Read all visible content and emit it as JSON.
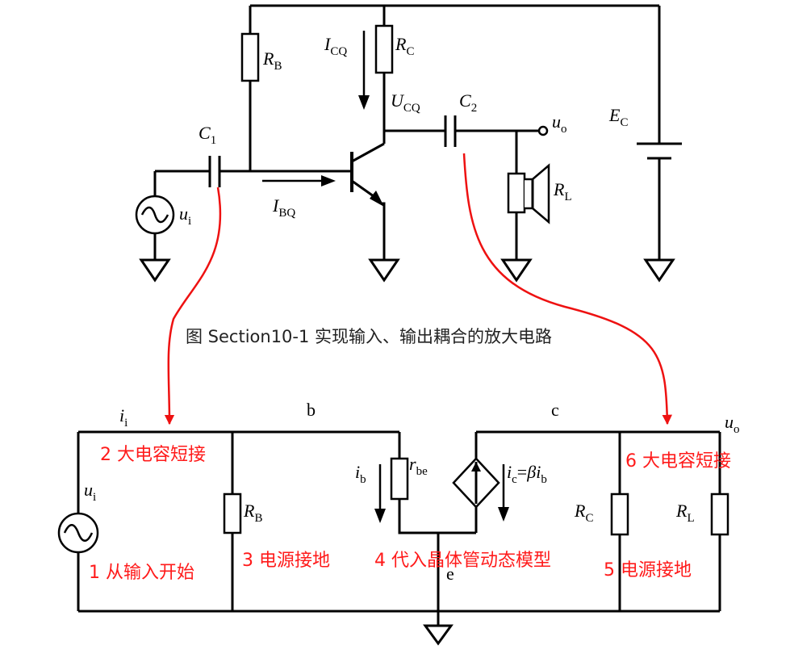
{
  "caption": "图 Section10-1 实现输入、输出耦合的放大电路",
  "top_circuit": {
    "labels": {
      "RB": {
        "main": "R",
        "sub": "B"
      },
      "RC": {
        "main": "R",
        "sub": "C"
      },
      "ICQ": {
        "main": "I",
        "sub": "CQ"
      },
      "UCQ": {
        "main": "U",
        "sub": "CQ"
      },
      "C1": {
        "main": "C",
        "sub": "1"
      },
      "C2": {
        "main": "C",
        "sub": "2"
      },
      "uo": {
        "main": "u",
        "sub": "o"
      },
      "EC": {
        "main": "E",
        "sub": "C"
      },
      "ui": {
        "main": "u",
        "sub": "i"
      },
      "IBQ": {
        "main": "I",
        "sub": "BQ"
      },
      "RL": {
        "main": "R",
        "sub": "L"
      }
    }
  },
  "bottom_circuit": {
    "labels": {
      "ii": {
        "main": "i",
        "sub": "i"
      },
      "b": "b",
      "c": "c",
      "uo": {
        "main": "u",
        "sub": "o"
      },
      "ui": {
        "main": "u",
        "sub": "i"
      },
      "RB": {
        "main": "R",
        "sub": "B"
      },
      "ib": {
        "main": "i",
        "sub": "b"
      },
      "rbe": {
        "main": "r",
        "sub": "be"
      },
      "ic": {
        "main": "i",
        "sub": "c",
        "eq": "=",
        "beta": "β",
        "tail_main": "i",
        "tail_sub": "b"
      },
      "RC": {
        "main": "R",
        "sub": "C"
      },
      "RL": {
        "main": "R",
        "sub": "L"
      },
      "e": "e"
    },
    "steps": [
      "1 从输入开始",
      "2 大电容短接",
      "3 电源接地",
      "4 代入晶体管动态模型",
      "5 电源接地",
      "6 大电容短接"
    ]
  },
  "colors": {
    "annotation": "#ff1a1a",
    "wire": "#000000"
  }
}
